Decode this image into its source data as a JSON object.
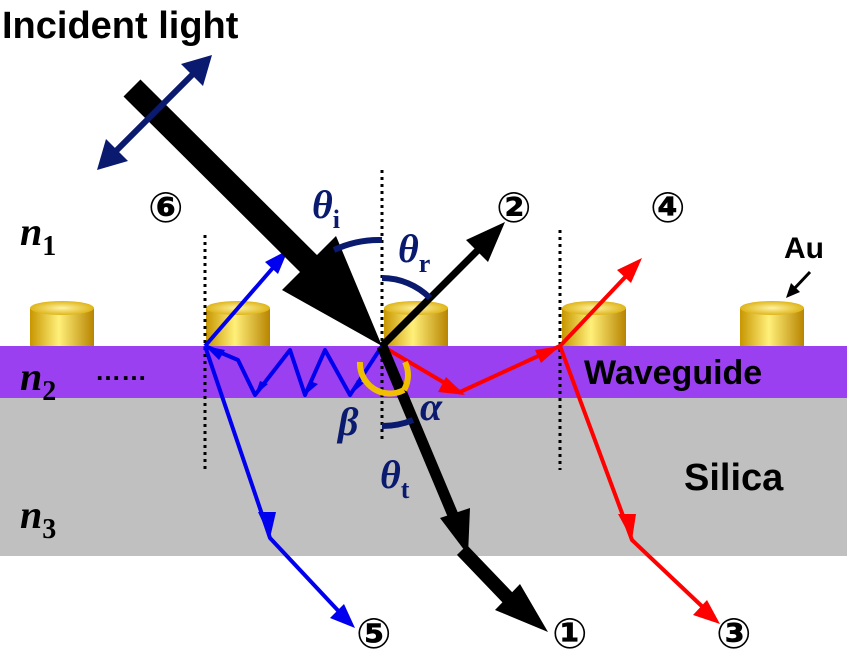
{
  "title": "Incident light",
  "labels": {
    "au": "Au",
    "waveguide": "Waveguide",
    "silica": "Silica",
    "dots": "……"
  },
  "media": {
    "n1": {
      "base": "n",
      "sub": "1"
    },
    "n2": {
      "base": "n",
      "sub": "2"
    },
    "n3": {
      "base": "n",
      "sub": "3"
    }
  },
  "angles": {
    "theta_i": {
      "base": "θ",
      "sub": "i"
    },
    "theta_r": {
      "base": "θ",
      "sub": "r"
    },
    "theta_t": {
      "base": "θ",
      "sub": "t"
    },
    "alpha": "α",
    "beta": "β"
  },
  "beams": {
    "b1": "①",
    "b2": "②",
    "b3": "③",
    "b4": "④",
    "b5": "⑤",
    "b6": "⑥"
  },
  "colors": {
    "waveguide": "#9a40f0",
    "silica": "#c0c0c0",
    "gold": "#e8c010",
    "angle_mark": "#0a1a6e",
    "alpha_arc": "#f0c000",
    "incident_beam": "#000000",
    "red_beams": "#ff0000",
    "blue_beams": "#0000ee"
  }
}
